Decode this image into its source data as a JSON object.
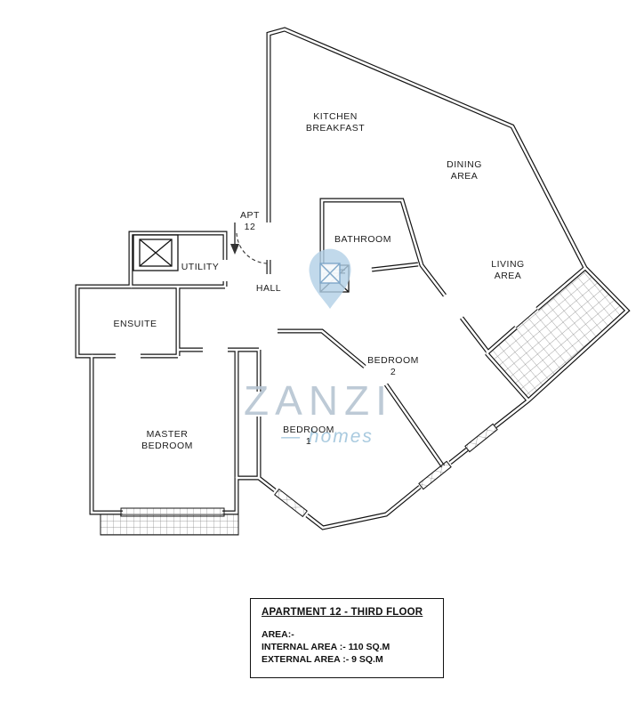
{
  "page": {
    "background": "#ffffff"
  },
  "rooms": {
    "kitchen": {
      "l1": "KITCHEN",
      "l2": "BREAKFAST"
    },
    "dining": {
      "l1": "DINING",
      "l2": "AREA"
    },
    "apt": {
      "l1": "APT",
      "l2": "12"
    },
    "bathroom": {
      "l1": "BATHROOM"
    },
    "utility": {
      "l1": "UTILITY"
    },
    "living": {
      "l1": "LIVING",
      "l2": "AREA"
    },
    "hall": {
      "l1": "HALL"
    },
    "ensuite": {
      "l1": "ENSUITE"
    },
    "bedroom2": {
      "l1": "BEDROOM",
      "l2": "2"
    },
    "bedroom1": {
      "l1": "BEDROOM",
      "l2": "1"
    },
    "master": {
      "l1": "MASTER",
      "l2": "BEDROOM"
    }
  },
  "watermark": {
    "brand": "ZANZI",
    "sub": "— homes"
  },
  "title_block": {
    "title": "APARTMENT 12 - THIRD FLOOR",
    "area_heading": "AREA:-",
    "internal_area": "INTERNAL AREA :- 110 SQ.M",
    "external_area": "EXTERNAL AREA :- 9 SQ.M"
  },
  "colors": {
    "wall": "#141414",
    "watermark_text": "#b6c5d2",
    "watermark_sub": "#a5c8de",
    "watermark_pin": "#b1cfe6",
    "pin_accent": "#7ea6c8"
  }
}
